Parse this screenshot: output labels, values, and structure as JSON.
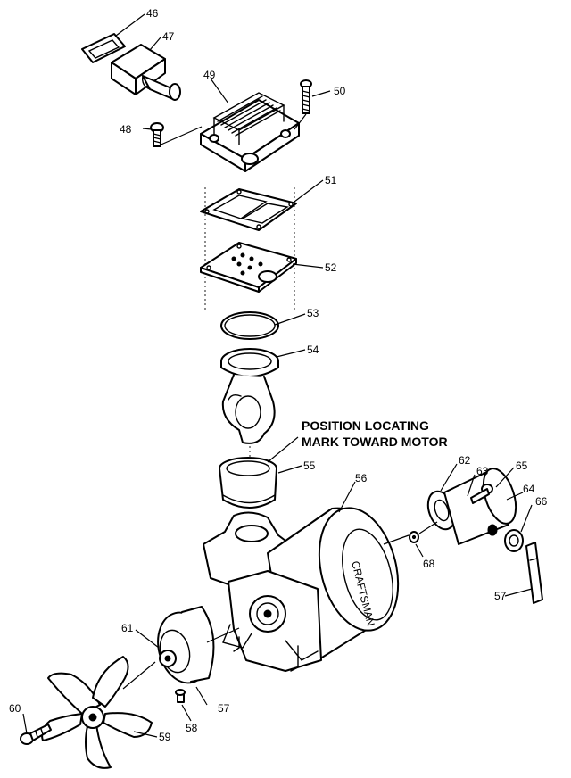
{
  "callouts": {
    "c46": "46",
    "c47": "47",
    "c48": "48",
    "c49": "49",
    "c50": "50",
    "c51": "51",
    "c52": "52",
    "c53": "53",
    "c54": "54",
    "c55": "55",
    "c56": "56",
    "c57a": "57",
    "c57b": "57",
    "c58": "58",
    "c59": "59",
    "c60": "60",
    "c61": "61",
    "c62": "62",
    "c63": "63",
    "c64": "64",
    "c65": "65",
    "c66": "66",
    "c68": "68"
  },
  "note": {
    "line1": "POSITION LOCATING",
    "line2": "MARK TOWARD MOTOR"
  },
  "motor_label": "CRAFTSMAN"
}
